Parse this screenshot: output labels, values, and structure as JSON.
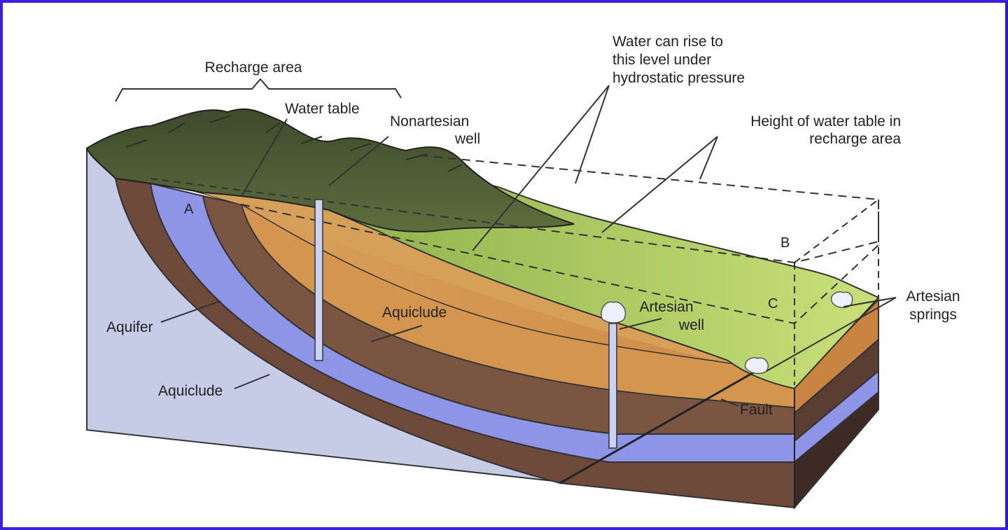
{
  "diagram": {
    "labels": {
      "recharge_area": "Recharge area",
      "water_table": "Water table",
      "nonartesian_line1": "Nonartesian",
      "nonartesian_line2": "well",
      "rise_line1": "Water can rise to",
      "rise_line2": "this level under",
      "rise_line3": "hydrostatic pressure",
      "height_line1": "Height of water table in",
      "height_line2": "recharge area",
      "artesian_springs_line1": "Artesian",
      "artesian_springs_line2": "springs",
      "artesian_well_line1": "Artesian",
      "artesian_well_line2": "well",
      "aquiclude_upper": "Aquiclude",
      "aquiclude_lower": "Aquiclude",
      "aquifer": "Aquifer",
      "fault": "Fault",
      "point_a": "A",
      "point_b": "B",
      "point_c": "C"
    },
    "colors": {
      "border": "#3d1fe0",
      "bedrock": "#c8cde6",
      "aquiclude_brown": "#6b4a3a",
      "aquifer_blue": "#8f95e6",
      "sand_orange": "#d99a55",
      "grass_green": "#b7d46a",
      "mountain_dark": "#4b5a36"
    }
  }
}
